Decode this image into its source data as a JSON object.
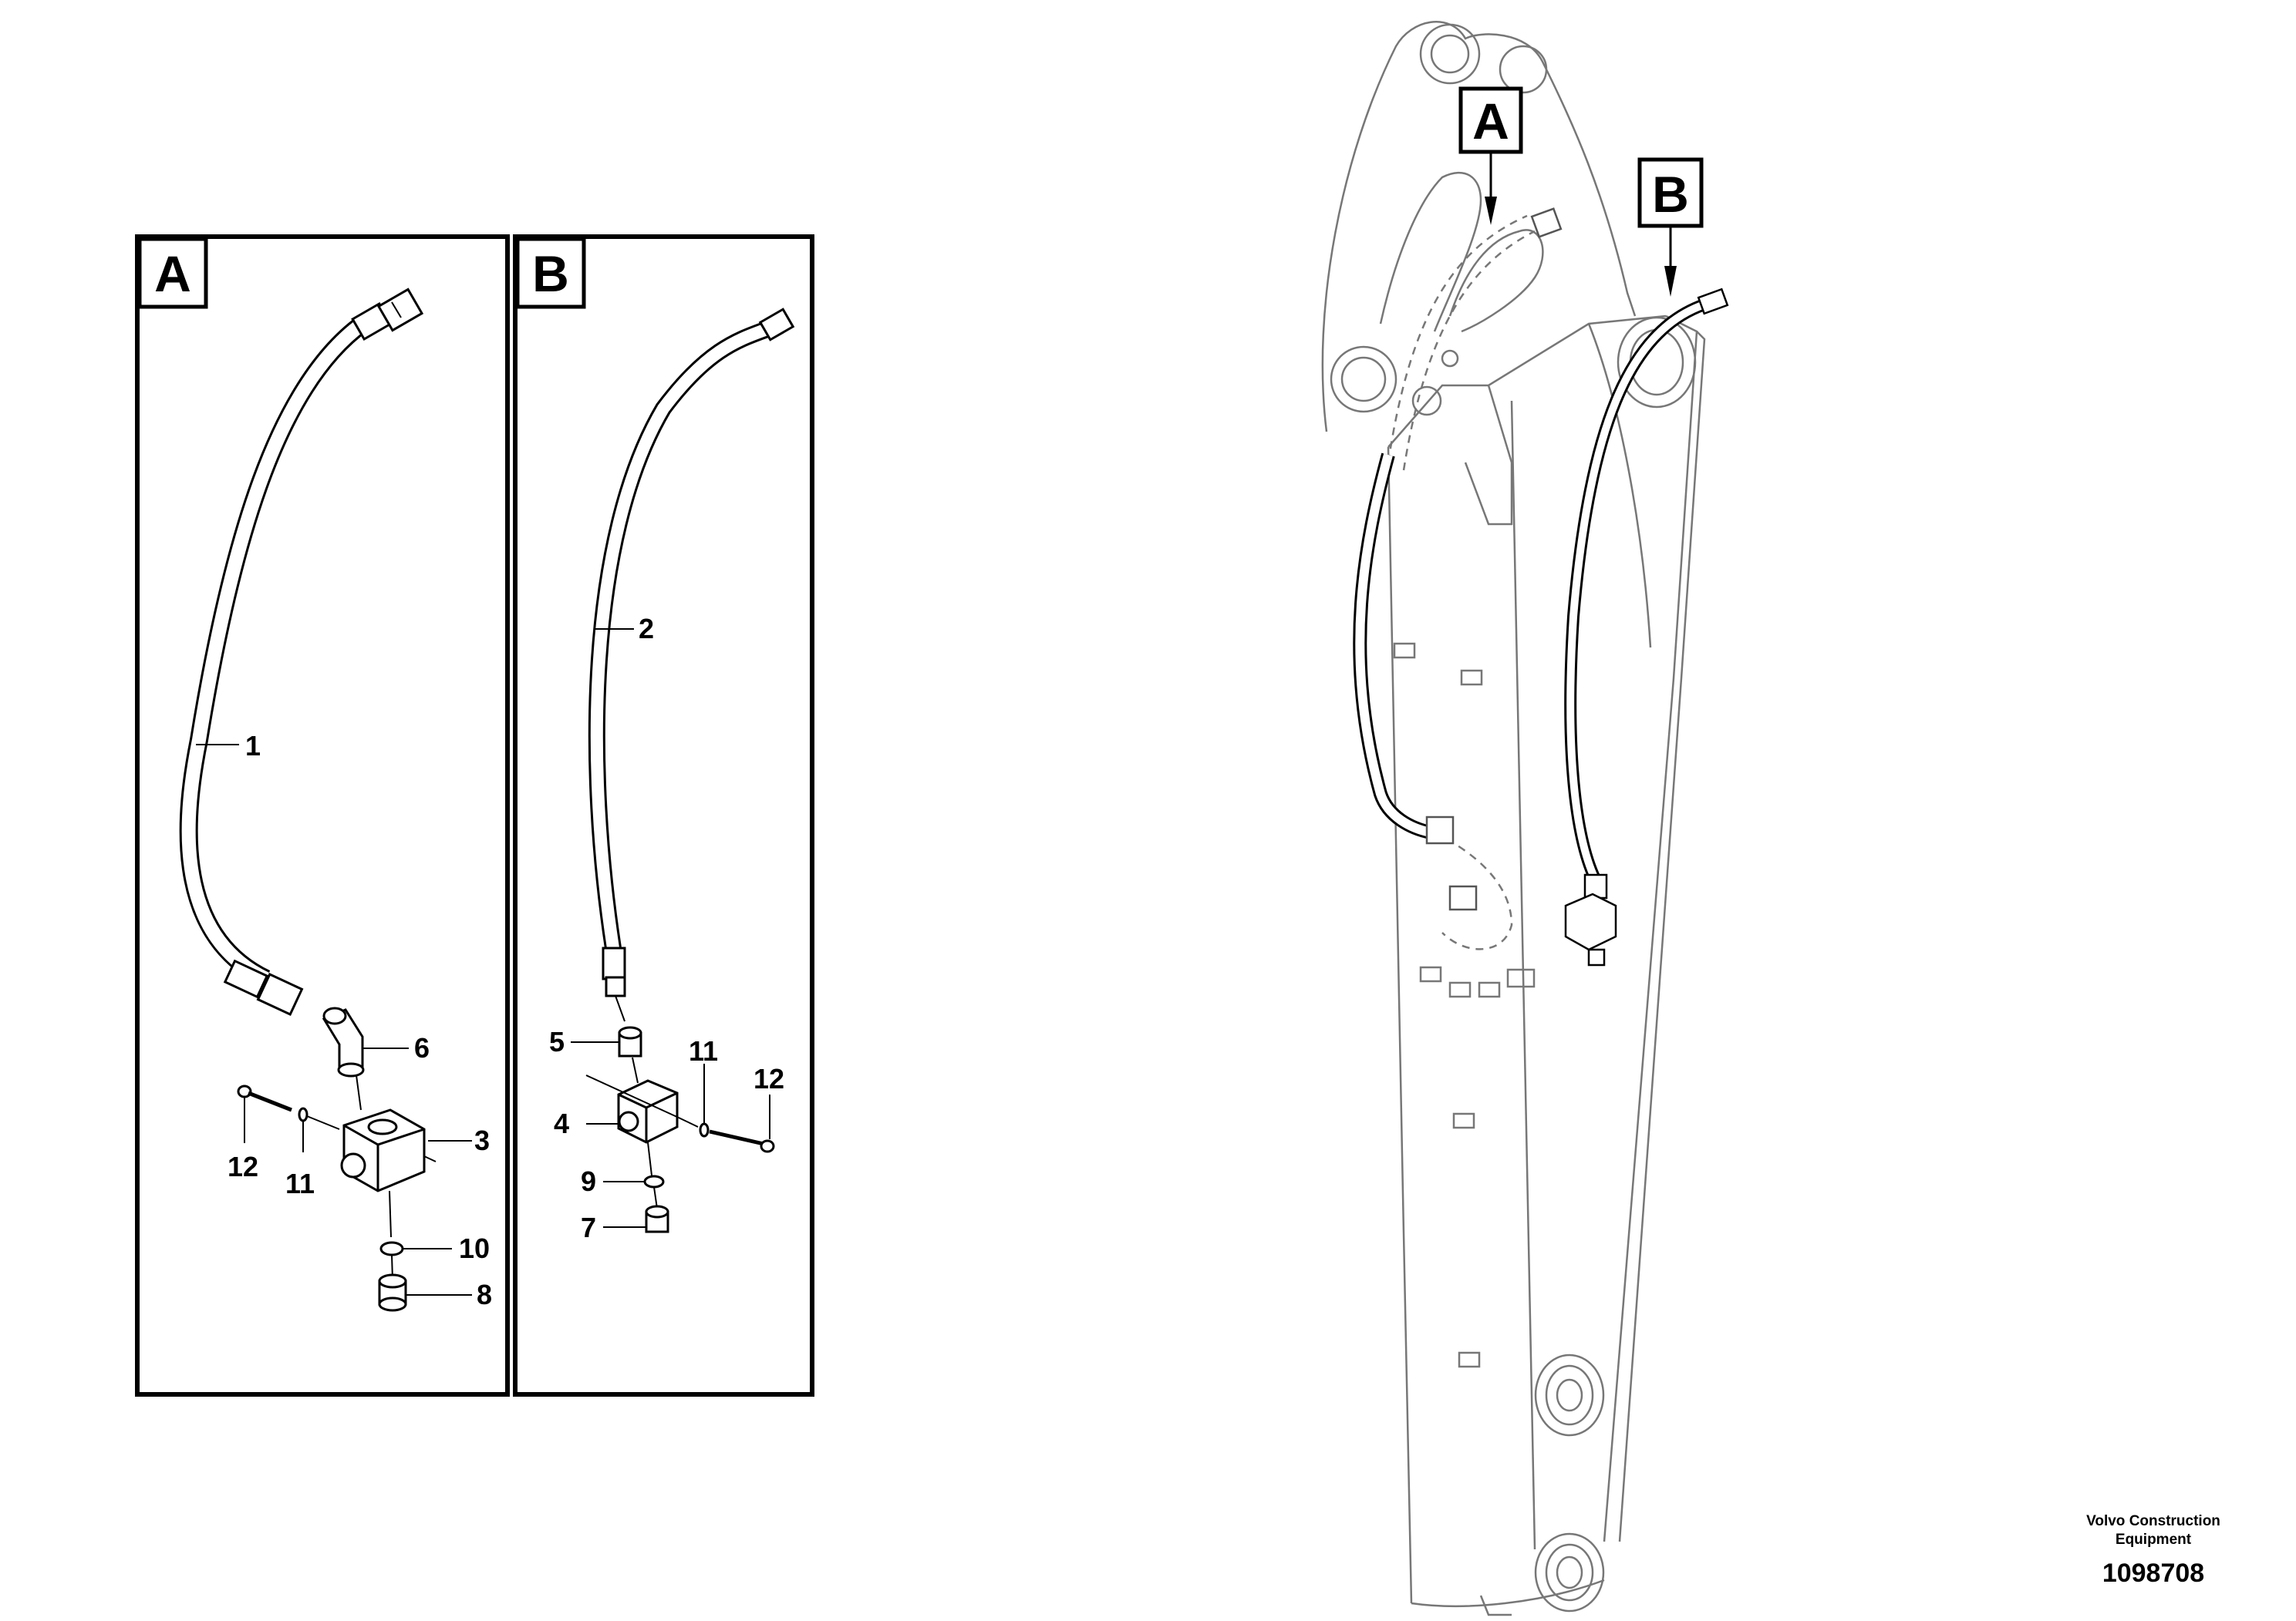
{
  "panels": [
    {
      "label": "A"
    },
    {
      "label": "B"
    }
  ],
  "callouts": {
    "main_a": "A",
    "main_b": "B"
  },
  "part_numbers": {
    "a": [
      "1",
      "6",
      "12",
      "11",
      "3",
      "10",
      "8"
    ],
    "b": [
      "2",
      "5",
      "11",
      "12",
      "4",
      "9",
      "7"
    ]
  },
  "caption": {
    "company": "Volvo Construction Equipment",
    "drawing_number": "1098708"
  }
}
